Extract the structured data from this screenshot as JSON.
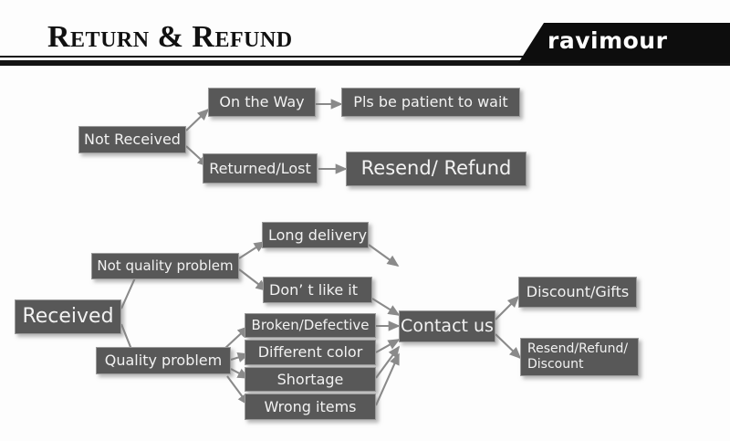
{
  "header": {
    "title": "Return & Refund",
    "brand": "ravimour"
  },
  "diagram": {
    "not_received": {
      "root": "Not Received",
      "branches": [
        {
          "condition": "On the Way",
          "outcome": "Pls be patient to wait"
        },
        {
          "condition": "Returned/Lost",
          "outcome": "Resend/ Refund"
        }
      ]
    },
    "received": {
      "root": "Received",
      "categories": [
        {
          "label": "Not quality problem",
          "reasons": [
            "Long delivery",
            "Don’  t like it"
          ]
        },
        {
          "label": "Quality problem",
          "reasons": [
            "Broken/Defective",
            "Different color",
            "Shortage",
            "Wrong items"
          ]
        }
      ],
      "action": "Contact us",
      "outcomes": [
        "Discount/Gifts",
        "Resend/Refund/ Discount"
      ]
    }
  },
  "colors": {
    "box_fill": "#585858",
    "box_border": "#9a9a9a",
    "box_text": "#f2f2f2",
    "arrow": "#8a8a8a",
    "header_bar": "#141414",
    "logo_plate": "#0d0d0d",
    "page_background": "#fdfdfd"
  }
}
